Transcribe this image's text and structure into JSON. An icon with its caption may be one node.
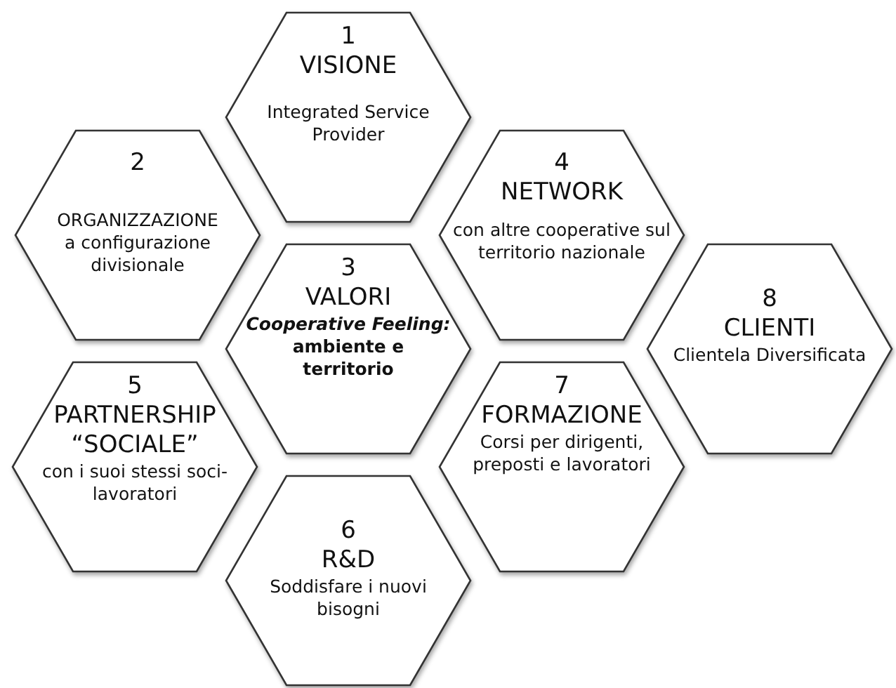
{
  "diagram": {
    "nodes": [
      {
        "text": [
          "1",
          "VISIONE",
          "Integrated Service Provider"
        ]
      },
      {
        "text": [
          "2",
          "ORGANIZZAZIONE",
          "a configurazione divisionale"
        ]
      },
      {
        "text": [
          "3",
          "VALORI",
          "*Cooperative Feeling:* ambiente e territorio"
        ]
      },
      {
        "text": [
          "4",
          "NETWORK",
          "con altre cooperative sul territorio nazionale"
        ]
      },
      {
        "text": [
          "5",
          "PARTNERSHIP “SOCIALE”",
          "con i suoi stessi soci-lavoratori"
        ]
      },
      {
        "text": [
          "6",
          "R&D",
          "Soddisfare i nuovi bisogni"
        ]
      },
      {
        "text": [
          "7",
          "FORMAZIONE",
          "Corsi per dirigenti, preposti e lavoratori"
        ]
      },
      {
        "text": [
          "8",
          "CLIENTI",
          "Clientela Diversificata"
        ]
      }
    ],
    "edges": []
  }
}
